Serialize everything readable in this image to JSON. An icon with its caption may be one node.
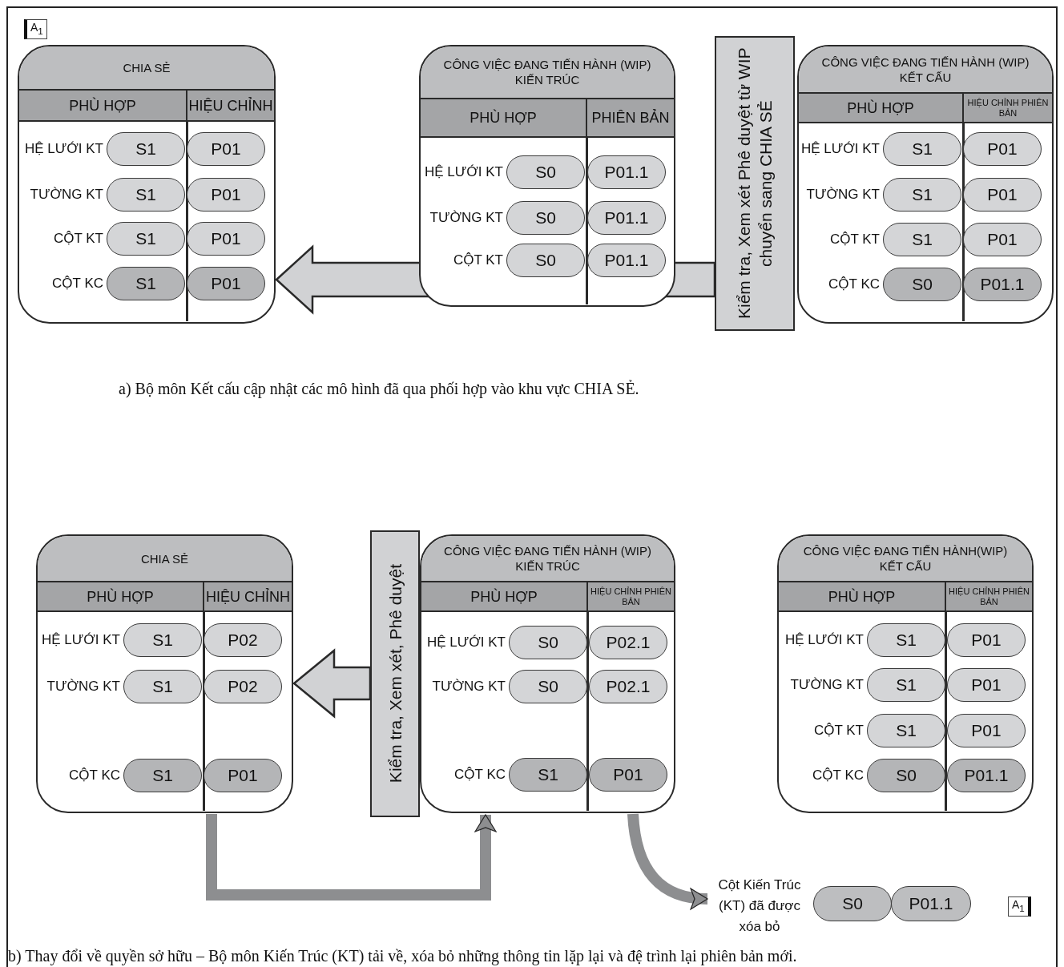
{
  "diagram": {
    "nodes": [
      {
        "text": [
          "CHIA SẺ",
          "PHÙ HỢP",
          "HIỆU CHỈNH",
          "HỆ LƯỚI KT",
          "TƯỜNG KT",
          "CỘT KT",
          "CỘT KC"
        ]
      },
      {
        "text": [
          "S1"
        ],
        "in": 0
      },
      {
        "text": [
          "P01"
        ],
        "in": 0
      },
      {
        "text": [
          "S1"
        ],
        "in": 0
      },
      {
        "text": [
          "P01"
        ],
        "in": 0
      },
      {
        "text": [
          "S1"
        ],
        "in": 0
      },
      {
        "text": [
          "P01"
        ],
        "in": 0
      },
      {
        "text": [
          "S1"
        ],
        "in": 0
      },
      {
        "text": [
          "P01"
        ],
        "in": 0
      },
      {
        "text": [
          "CÔNG VIỆC ĐANG TIẾN HÀNH (WIP) KIẾN TRÚC",
          "PHÙ HỢP",
          "PHIÊN BẢN",
          "HỆ LƯỚI KT",
          "TƯỜNG KT",
          "CỘT KT"
        ]
      },
      {
        "text": [
          "S0"
        ],
        "in": 9
      },
      {
        "text": [
          "P01.1"
        ],
        "in": 9
      },
      {
        "text": [
          "S0"
        ],
        "in": 9
      },
      {
        "text": [
          "P01.1"
        ],
        "in": 9
      },
      {
        "text": [
          "S0"
        ],
        "in": 9
      },
      {
        "text": [
          "P01.1"
        ],
        "in": 9
      },
      {
        "text": [
          "Kiểm tra, Xem xét Phê duyệt từ WIP chuyển sang CHIA SẺ"
        ]
      },
      {
        "text": [
          "CÔNG VIỆC ĐANG TIẾN HÀNH (WIP) KẾT CẤU",
          "PHÙ HỢP",
          "HIỆU CHỈNH PHIÊN BẢN",
          "HỆ LƯỚI KT",
          "TƯỜNG KT",
          "CỘT KT",
          "CỘT KC"
        ]
      },
      {
        "text": [
          "S1"
        ],
        "in": 17
      },
      {
        "text": [
          "P01"
        ],
        "in": 17
      },
      {
        "text": [
          "S1"
        ],
        "in": 17
      },
      {
        "text": [
          "P01"
        ],
        "in": 17
      },
      {
        "text": [
          "S1"
        ],
        "in": 17
      },
      {
        "text": [
          "P01"
        ],
        "in": 17
      },
      {
        "text": [
          "S0"
        ],
        "in": 17
      },
      {
        "text": [
          "P01.1"
        ],
        "in": 17
      },
      {
        "text": [
          "CHIA SẺ",
          "PHÙ HỢP",
          "HIỆU CHỈNH",
          "HỆ LƯỚI KT",
          "TƯỜNG KT",
          "CỘT KC"
        ]
      },
      {
        "text": [
          "S1"
        ],
        "in": 26
      },
      {
        "text": [
          "P02"
        ],
        "in": 26
      },
      {
        "text": [
          "S1"
        ],
        "in": 26
      },
      {
        "text": [
          "P02"
        ],
        "in": 26
      },
      {
        "text": [
          "S1"
        ],
        "in": 26
      },
      {
        "text": [
          "P01"
        ],
        "in": 26
      },
      {
        "text": [
          "Kiểm tra, Xem xét, Phê duyệt"
        ]
      },
      {
        "text": [
          "CÔNG VIỆC ĐANG TIẾN HÀNH (WIP) KIẾN TRÚC",
          "PHÙ HỢP",
          "HIỆU CHỈNH PHIÊN BẢN",
          "HỆ LƯỚI KT",
          "TƯỜNG KT",
          "CỘT KC"
        ]
      },
      {
        "text": [
          "S0"
        ],
        "in": 34
      },
      {
        "text": [
          "P02.1"
        ],
        "in": 34
      },
      {
        "text": [
          "S0"
        ],
        "in": 34
      },
      {
        "text": [
          "P02.1"
        ],
        "in": 34
      },
      {
        "text": [
          "S1"
        ],
        "in": 34
      },
      {
        "text": [
          "P01"
        ],
        "in": 34
      },
      {
        "text": [
          "CÔNG VIỆC ĐANG TIẾN HÀNH(WIP) KẾT CẤU",
          "PHÙ HỢP",
          "HIỆU CHỈNH PHIÊN BẢN",
          "HỆ LƯỚI KT",
          "TƯỜNG KT",
          "CỘT KT",
          "CỘT KC"
        ]
      },
      {
        "text": [
          "S1"
        ],
        "in": 41
      },
      {
        "text": [
          "P01"
        ],
        "in": 41
      },
      {
        "text": [
          "S1"
        ],
        "in": 41
      },
      {
        "text": [
          "P01"
        ],
        "in": 41
      },
      {
        "text": [
          "S1"
        ],
        "in": 41
      },
      {
        "text": [
          "P01"
        ],
        "in": 41
      },
      {
        "text": [
          "S0"
        ],
        "in": 41
      },
      {
        "text": [
          "P01.1"
        ],
        "in": 41
      },
      {
        "text": [
          "Cột Kiến Trúc (KT) đã được xóa bỏ"
        ]
      },
      {
        "text": [
          "S0"
        ]
      },
      {
        "text": [
          "P01.1"
        ]
      }
    ],
    "edges": [
      {
        "from": 16,
        "to": 0,
        "arrow": "to"
      },
      {
        "from": 33,
        "to": 26,
        "arrow": "to"
      },
      {
        "from": 26,
        "to": 34,
        "arrow": "to"
      },
      {
        "from": 34,
        "to": 50,
        "arrow": "to"
      }
    ],
    "labels": [
      "A$_{1}$",
      "a) Bộ môn Kết cấu cập nhật các mô hình đã qua phối hợp vào khu vực CHIA SẺ.",
      "A$_{1}$",
      "b) Thay đổi về quyền sở hữu – Bộ môn Kiến Trúc (KT) tải về, xóa bỏ những thông tin lặp lại và đệ trình lại phiên bản mới."
    ]
  }
}
